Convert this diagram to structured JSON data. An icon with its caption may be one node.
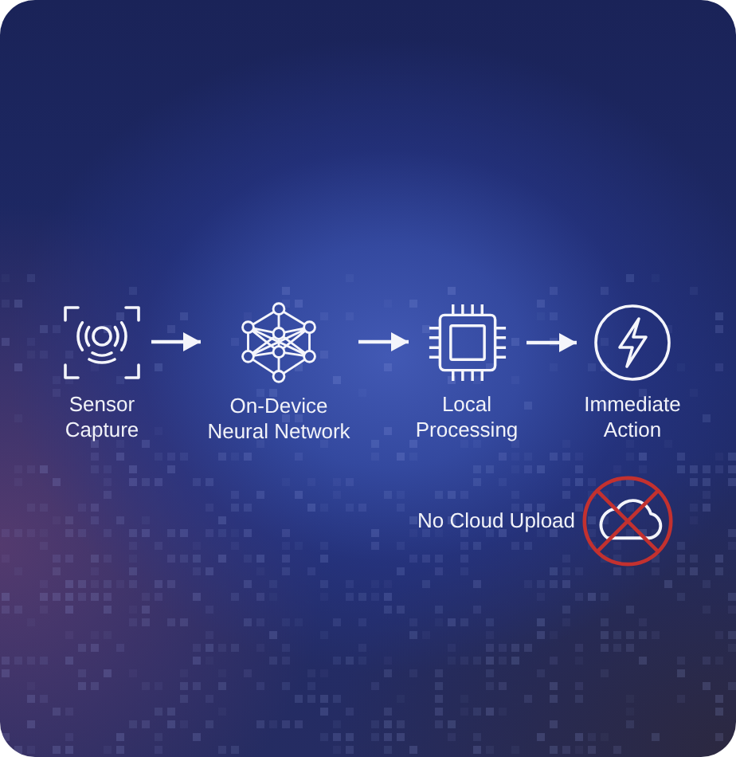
{
  "diagram": {
    "nodes": [
      {
        "text": [
          "Sensor Capture"
        ]
      },
      {
        "text": [
          "On-Device Neural Network"
        ]
      },
      {
        "text": [
          "Local Processing"
        ]
      },
      {
        "text": [
          "Immediate Action"
        ]
      }
    ],
    "edges": [
      {
        "from": 0,
        "to": 1,
        "arrow": "to"
      },
      {
        "from": 1,
        "to": 2,
        "arrow": "to"
      },
      {
        "from": 2,
        "to": 3,
        "arrow": "to"
      }
    ],
    "labels": [
      "No Cloud Upload"
    ]
  }
}
